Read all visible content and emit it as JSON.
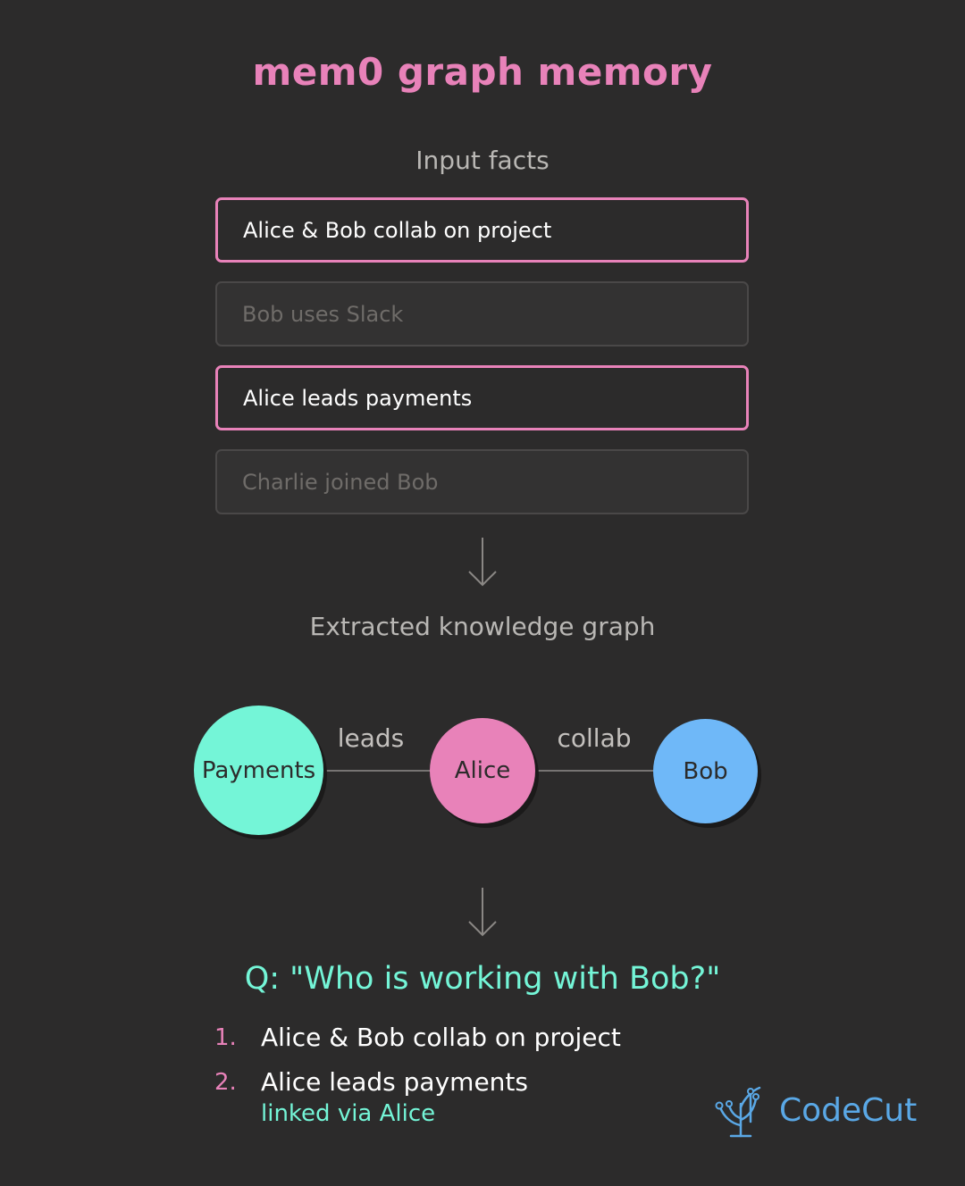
{
  "title": "mem0 graph memory",
  "input_section_label": "Input facts",
  "facts": [
    {
      "text": "Alice & Bob collab on project",
      "state": "active"
    },
    {
      "text": "Bob uses Slack",
      "state": "inactive"
    },
    {
      "text": "Alice leads payments",
      "state": "active"
    },
    {
      "text": "Charlie joined Bob",
      "state": "inactive"
    }
  ],
  "graph_section_label": "Extracted knowledge graph",
  "graph": {
    "nodes": [
      {
        "label": "Payments",
        "color": "#74f5d7"
      },
      {
        "label": "Alice",
        "color": "#e882b9"
      },
      {
        "label": "Bob",
        "color": "#6fb8f8"
      }
    ],
    "edges": [
      {
        "from": "Payments",
        "to": "Alice",
        "label": "leads"
      },
      {
        "from": "Alice",
        "to": "Bob",
        "label": "collab"
      }
    ]
  },
  "query": "Q: \"Who is working with Bob?\"",
  "answers": [
    {
      "number": "1.",
      "text": "Alice & Bob collab on project"
    },
    {
      "number": "2.",
      "text": "Alice leads payments",
      "note": "linked via Alice"
    }
  ],
  "brand": {
    "name": "CodeCut",
    "icon": "sprout-circuit-icon"
  },
  "colors": {
    "background": "#2c2b2b",
    "pink": "#e882b9",
    "mint": "#74f5d7",
    "blue": "#6fb8f8"
  }
}
